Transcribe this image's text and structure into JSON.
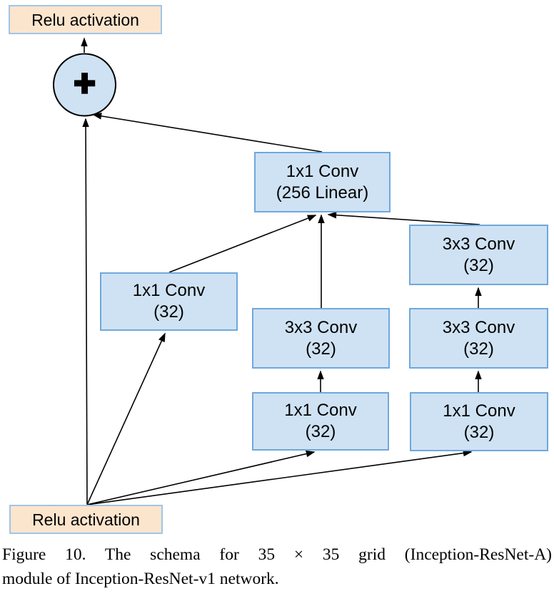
{
  "diagram": {
    "top_activation": {
      "label": "Relu activation"
    },
    "sum_node": {
      "symbol": "+"
    },
    "residual_conv": {
      "line1": "1x1 Conv",
      "line2": "(256 Linear)"
    },
    "branch_left": {
      "conv1": {
        "line1": "1x1 Conv",
        "line2": "(32)"
      }
    },
    "branch_middle": {
      "conv1": {
        "line1": "1x1 Conv",
        "line2": "(32)"
      },
      "conv2": {
        "line1": "3x3 Conv",
        "line2": "(32)"
      }
    },
    "branch_right": {
      "conv1": {
        "line1": "1x1 Conv",
        "line2": "(32)"
      },
      "conv2": {
        "line1": "3x3 Conv",
        "line2": "(32)"
      },
      "conv3": {
        "line1": "3x3 Conv",
        "line2": "(32)"
      }
    },
    "bottom_activation": {
      "label": "Relu activation"
    },
    "colors": {
      "activation_fill": "#fce5cd",
      "activation_border": "#9fc5e8",
      "conv_fill": "#cfe2f3",
      "conv_border": "#6fa8dc",
      "sum_fill": "#cfe2f3",
      "line_color": "#000000"
    }
  },
  "caption": {
    "line1": "Figure 10. The schema for 35 × 35 grid (Inception-ResNet-A)",
    "line2": "module of Inception-ResNet-v1 network."
  }
}
